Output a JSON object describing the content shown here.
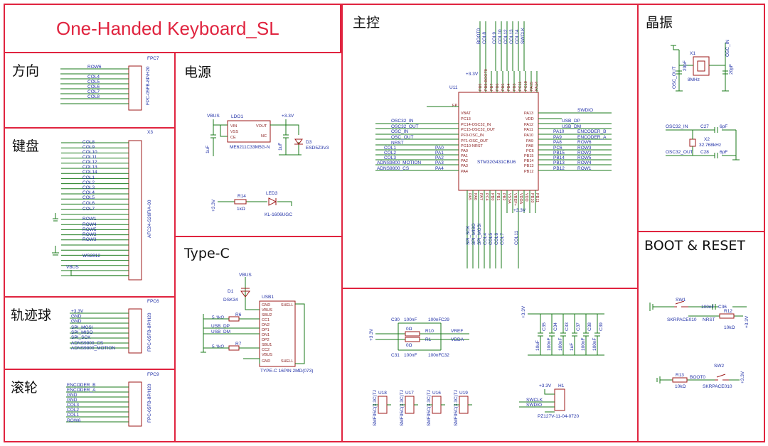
{
  "title": "One-Handed Keyboard_SL",
  "sections": {
    "direction": "方向",
    "power": "电源",
    "keyboard": "键盘",
    "mcu": "主控",
    "crystal": "晶振",
    "trackball": "轨迹球",
    "typec": "Type-C",
    "boot_reset": "BOOT & RESET",
    "scroll": "滚轮"
  },
  "direction": {
    "ref": "FPC7",
    "part": "FPC-05FB-8P/H20",
    "nets": [
      "ROW6",
      "COL4",
      "COL5",
      "COL6",
      "COL7",
      "COL8"
    ]
  },
  "keyboard": {
    "ref": "X3",
    "part": "AFC24-S26FIA-00",
    "nets": [
      "COL8",
      "COL9",
      "COL10",
      "COL11",
      "COL12",
      "COL13",
      "COL14",
      "COL1",
      "COL2",
      "COL3",
      "COL4",
      "COL5",
      "COL6",
      "COL7",
      "ROW1",
      "ROW4",
      "ROW5",
      "ROW2",
      "ROW3",
      "WS2812",
      "VBUS"
    ]
  },
  "trackball": {
    "ref": "FPC6",
    "part": "FPC-05FB-8P/H20",
    "nets": [
      "+3.3V",
      "GND",
      "GND",
      "SPI_MOSI",
      "SPI_MISO",
      "SPI_SCK",
      "ADNS9800_CS",
      "ADNS9800_MOTION"
    ]
  },
  "scroll": {
    "ref": "FPC9",
    "part": "FPC-05FB-8P/H20",
    "nets": [
      "ENCODER_B",
      "ENCODER_A",
      "GND",
      "GND",
      "COL3",
      "COL2",
      "COL1",
      "ROW6"
    ]
  },
  "power": {
    "ldo_ref": "LDO1",
    "ldo_part": "ME6211C33M5G-N",
    "pins": [
      "VIN",
      "VSS",
      "CE",
      "VOUT",
      "NC"
    ],
    "vin": "VBUS",
    "vout": "+3.3V",
    "c_in": "1uF",
    "c_out": "1uF",
    "diode_ref": "D3",
    "diode_part": "ESD5Z3V3",
    "r_ref": "R14",
    "r_val": "1kΩ",
    "led_ref": "LED3",
    "led_part": "KL-1606UGC",
    "led_supply": "+3.3V"
  },
  "typec": {
    "conn_ref": "USB1",
    "conn_part": "TYPE-C 16PIN 2MD(073)",
    "pins": [
      "GND",
      "VBUS",
      "SBU2",
      "CC1",
      "DN2",
      "DP1",
      "DN1",
      "DP2",
      "SBU1",
      "CC2",
      "VBUS",
      "GND"
    ],
    "shell": "SHELL",
    "diode_ref": "D1",
    "diode_part": "DSK34",
    "vbus": "VBUS",
    "r6": "R6",
    "r7": "R7",
    "r_val": "5.1kΩ",
    "usb_dp": "USB_DP",
    "usb_dm": "USB_DM"
  },
  "mcu": {
    "ref": "U11",
    "part": "STM32G431CBU6",
    "top_nets": [
      "BOOT0",
      "COL8",
      "COL9",
      "COL10",
      "COL12",
      "COL13",
      "COL14",
      "SWCLK"
    ],
    "top_pins": [
      "PB9",
      "PB8-BOOT0",
      "PB7",
      "PB6",
      "PB5",
      "PB4",
      "PB3",
      "PC11",
      "PC10",
      "PA15",
      "PA14"
    ],
    "left_pins": [
      "VBAT",
      "PC13",
      "PC14-OSC32_IN",
      "PC15-OSC32_OUT",
      "PF0-OSC_IN",
      "PF1-OSC_OUT",
      "PG10-NRST",
      "PA0",
      "PA1",
      "PA2",
      "PA3",
      "PA4"
    ],
    "left_nets": [
      "OSC32_IN",
      "OSC32_OUT",
      "OSC_IN",
      "OSC_OUT",
      "NRST",
      "COL1",
      "COL2",
      "COL3",
      "ADNS9800_MOTION",
      "ADNS9800_CS"
    ],
    "left_tags": [
      "PA0",
      "PA1",
      "PA2",
      "PA3",
      "PA4"
    ],
    "right_pins": [
      "PA13",
      "VDD",
      "PA12",
      "PA11",
      "PA10",
      "PA9",
      "PA8",
      "PC6",
      "PB15",
      "PB14",
      "PB13",
      "PB12"
    ],
    "right_nets": [
      "SWDIO",
      "USB_DP",
      "USB_DM",
      "ENCODER_B",
      "ENCODER_A",
      "ROW6",
      "ROW3",
      "ROW2",
      "ROW5",
      "ROW4",
      "ROW1"
    ],
    "right_tags": [
      "PA10",
      "PA9",
      "PA8",
      "PC6",
      "PB15",
      "PB14",
      "PB13",
      "PB12"
    ],
    "bottom_nets": [
      "SPI_SCK",
      "SPI_MISO",
      "SPI_MOSI",
      "COL4",
      "COL5",
      "COL6",
      "COL7",
      "COL11"
    ],
    "bottom_pins": [
      "PA5",
      "PA6",
      "PA7",
      "PC4",
      "PB0",
      "PB1",
      "PB2",
      "VSSA",
      "VREF+",
      "VDDA",
      "VDD",
      "PB10",
      "PB11"
    ],
    "supply": "+3.3V",
    "ep": "EP"
  },
  "crystal": {
    "x1_ref": "X1",
    "x1_val": "8MHz",
    "c_val": "20pF",
    "osc_in": "OSC_IN",
    "osc_out": "OSC_OUT",
    "x2_ref": "X2",
    "x2_val": "32.768kHz",
    "c27": "C27",
    "c28": "C28",
    "c_val2": "6pF",
    "osc32_in": "OSC32_IN",
    "osc32_out": "OSC32_OUT"
  },
  "decoupling": {
    "c30": "C30",
    "c29": "C29",
    "c31": "C31",
    "c32": "C32",
    "cap": "100nF",
    "r10": "R10",
    "r1": "R1",
    "r_val": "0Ω",
    "vref": "VREF",
    "vdda": "VDDA",
    "supply": "+3.3V",
    "caps": [
      "C35",
      "C34",
      "C33",
      "C37",
      "C38",
      "C39"
    ],
    "cap_vals": [
      "10uF",
      "100nF",
      "100nF",
      "1uF",
      "100nF",
      "100nF"
    ],
    "tvs": [
      "U18",
      "U17",
      "U16",
      "U19"
    ],
    "tvs_part": "SMF05C(3.3C)TJ",
    "header_ref": "H1",
    "header_part": "PZ127V-11-04-0720",
    "header_nets": [
      "+3.3V",
      "SWCLK",
      "SWDIO"
    ]
  },
  "boot_reset": {
    "sw1": "SW1",
    "sw2": "SW2",
    "sw_part": "SKRPACE010",
    "c36": "C36",
    "c36_val": "100nF",
    "r12": "R12",
    "r13": "R13",
    "r_val": "10kΩ",
    "nrst": "NRST",
    "boot0": "BOOT0",
    "supply": "+3.3V"
  }
}
